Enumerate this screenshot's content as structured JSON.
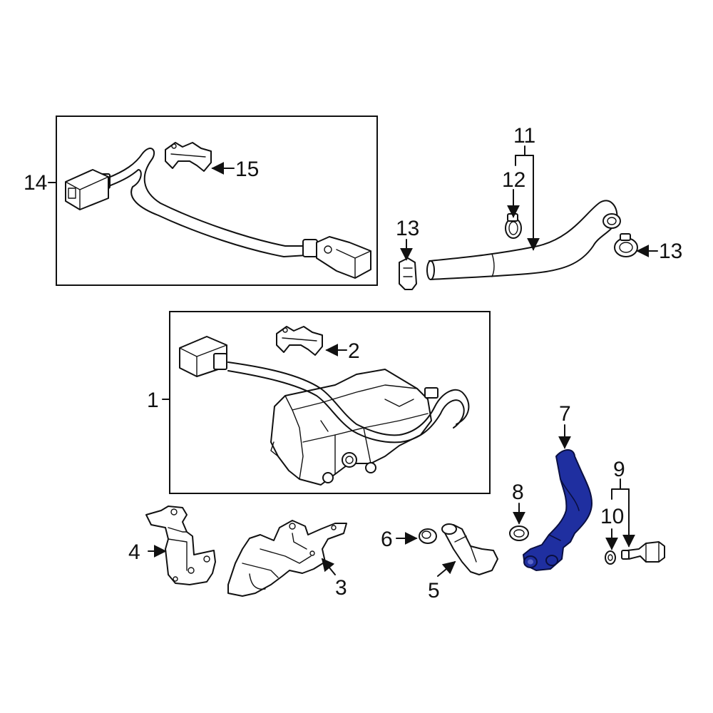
{
  "callouts": {
    "c1": "1",
    "c2": "2",
    "c3": "3",
    "c4": "4",
    "c5": "5",
    "c6": "6",
    "c7": "7",
    "c8": "8",
    "c9": "9",
    "c10": "10",
    "c11": "11",
    "c12": "12",
    "c13a": "13",
    "c13b": "13",
    "c14": "14",
    "c15": "15"
  },
  "colors": {
    "highlight": "#1f2fa0",
    "line": "#111111",
    "background": "#ffffff"
  }
}
